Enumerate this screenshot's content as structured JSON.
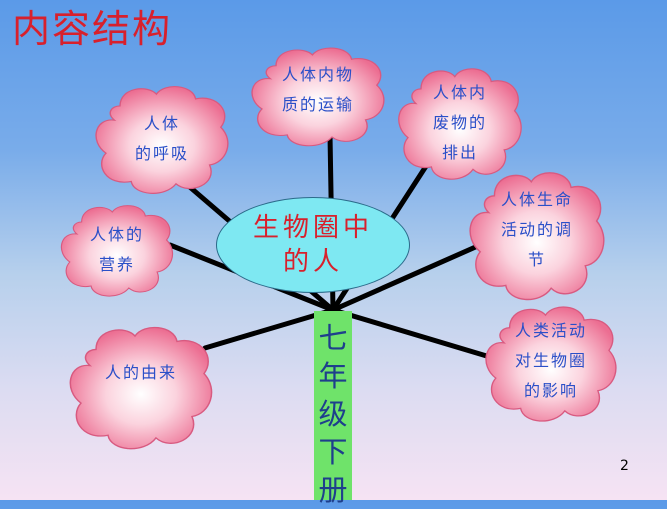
{
  "slide": {
    "title": "内容结构",
    "page_number": "2",
    "colors": {
      "title": "#d8202c",
      "hub_fill": "#7ee8f2",
      "stem_fill": "#6fe36a",
      "cloud_text": "#2a4fc8",
      "cloud_fill": "#f28fa8"
    }
  },
  "hub": {
    "line1": "生物圈中",
    "line2": "的人"
  },
  "stem": {
    "chars": [
      "七",
      "年",
      "级",
      "下",
      "册"
    ]
  },
  "clouds": [
    {
      "lines": [
        "人体",
        "的呼吸"
      ]
    },
    {
      "lines": [
        "人体内物",
        "质的运输"
      ]
    },
    {
      "lines": [
        "人体内",
        "废物的",
        "排出"
      ]
    },
    {
      "lines": [
        "人体的",
        "营养"
      ]
    },
    {
      "lines": [
        "人体生命",
        "活动的调",
        "节"
      ]
    },
    {
      "lines": [
        "人的由来"
      ]
    },
    {
      "lines": [
        "人类活动",
        "对生物圈",
        "的影响"
      ]
    }
  ]
}
